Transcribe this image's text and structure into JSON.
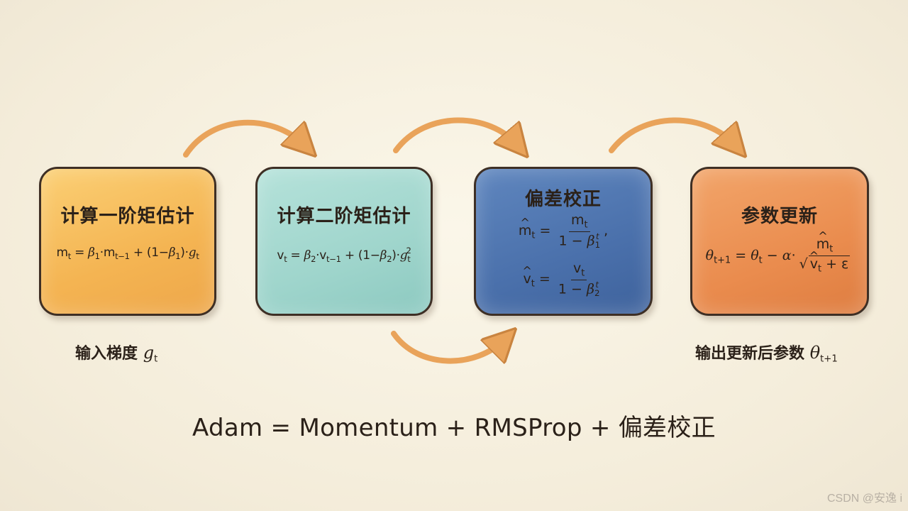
{
  "boxes": [
    {
      "title": "计算一阶矩估计",
      "color": "#f4b452",
      "formula": {
        "lhs": "m",
        "lhs_sub": "t",
        "eq": "=",
        "beta": "β",
        "beta_sub": "1",
        "dot": "·",
        "prev": "m",
        "prev_sub": "t−1",
        "plus": "+",
        "paren_open": "(1−",
        "paren_beta": "β",
        "paren_beta_sub": "1",
        "paren_close": ")·",
        "g": "g",
        "g_sub": "t"
      }
    },
    {
      "title": "计算二阶矩估计",
      "color": "#9fd5cc",
      "formula": {
        "lhs": "v",
        "lhs_sub": "t",
        "eq": "=",
        "beta": "β",
        "beta_sub": "2",
        "dot": "·",
        "prev": "v",
        "prev_sub": "t−1",
        "plus": "+",
        "paren_open": "(1−",
        "paren_beta": "β",
        "paren_beta_sub": "2",
        "paren_close": ")·",
        "g": "g",
        "g_sub": "t",
        "g_sup": "2"
      }
    },
    {
      "title": "偏差校正",
      "color": "#4a70ab",
      "formula": {
        "m_hat": "m",
        "m_sub": "t",
        "eq": "=",
        "m_num": "m",
        "m_num_sub": "t",
        "den_one": "1 − ",
        "beta": "β",
        "beta1_sub": "1",
        "beta_sup": "t",
        "comma": ",",
        "v_hat": "v",
        "v_sub": "t",
        "v_num": "v",
        "v_num_sub": "t",
        "beta2_sub": "2"
      }
    },
    {
      "title": "参数更新",
      "color": "#ea8c4e",
      "formula": {
        "theta": "θ",
        "theta_sub_next": "t+1",
        "eq": "=",
        "theta_sub": "t",
        "minus": "−",
        "alpha": "α",
        "dot": "·",
        "m_hat": "m",
        "m_sub": "t",
        "v_hat": "v",
        "v_sub": "t",
        "plus_eps": " + ε"
      }
    }
  ],
  "input_label": {
    "text": "输入梯度",
    "g": "g",
    "g_sub": "t"
  },
  "output_label": {
    "text": "输出更新后参数",
    "theta": "θ",
    "theta_sub": "t+1"
  },
  "summary": "Adam = Momentum + RMSProp + 偏差校正",
  "watermark": "CSDN @安逸 i",
  "colors": {
    "arrow": "#e9a35a",
    "outline": "#3e2f25",
    "background": "#f6f0e1"
  }
}
